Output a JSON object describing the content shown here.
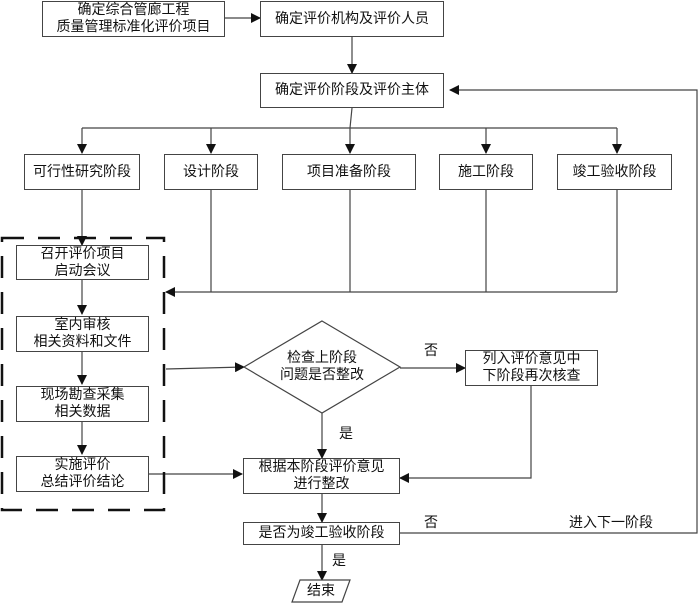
{
  "diagram": {
    "start_box": {
      "line1": "确定综合管廊工程",
      "line2": "质量管理标准化评价项目"
    },
    "org_box": {
      "label": "确定评价机构及评价人员"
    },
    "stage_subject_box": {
      "label": "确定评价阶段及评价主体"
    },
    "stages": [
      {
        "label": "可行性研究阶段"
      },
      {
        "label": "设计阶段"
      },
      {
        "label": "项目准备阶段"
      },
      {
        "label": "施工阶段"
      },
      {
        "label": "竣工验收阶段"
      }
    ],
    "process_steps": [
      {
        "line1": "召开评价项目",
        "line2": "启动会议"
      },
      {
        "line1": "室内审核",
        "line2": "相关资料和文件"
      },
      {
        "line1": "现场勘查采集",
        "line2": "相关数据"
      },
      {
        "line1": "实施评价",
        "line2": "总结评价结论"
      }
    ],
    "check_decision": {
      "line1": "检查上阶段",
      "line2": "问题是否整改"
    },
    "defer_box": {
      "line1": "列入评价意见中",
      "line2": "下阶段再次核查"
    },
    "rectify_box": {
      "line1": "根据本阶段评价意见",
      "line2": "进行整改"
    },
    "final_decision": {
      "label": "是否为竣工验收阶段"
    },
    "end_terminal": {
      "label": "结束"
    },
    "edge_labels": {
      "check_no": "否",
      "check_yes": "是",
      "final_no": "否",
      "next_stage": "进入下一阶段",
      "final_yes": "是"
    }
  }
}
